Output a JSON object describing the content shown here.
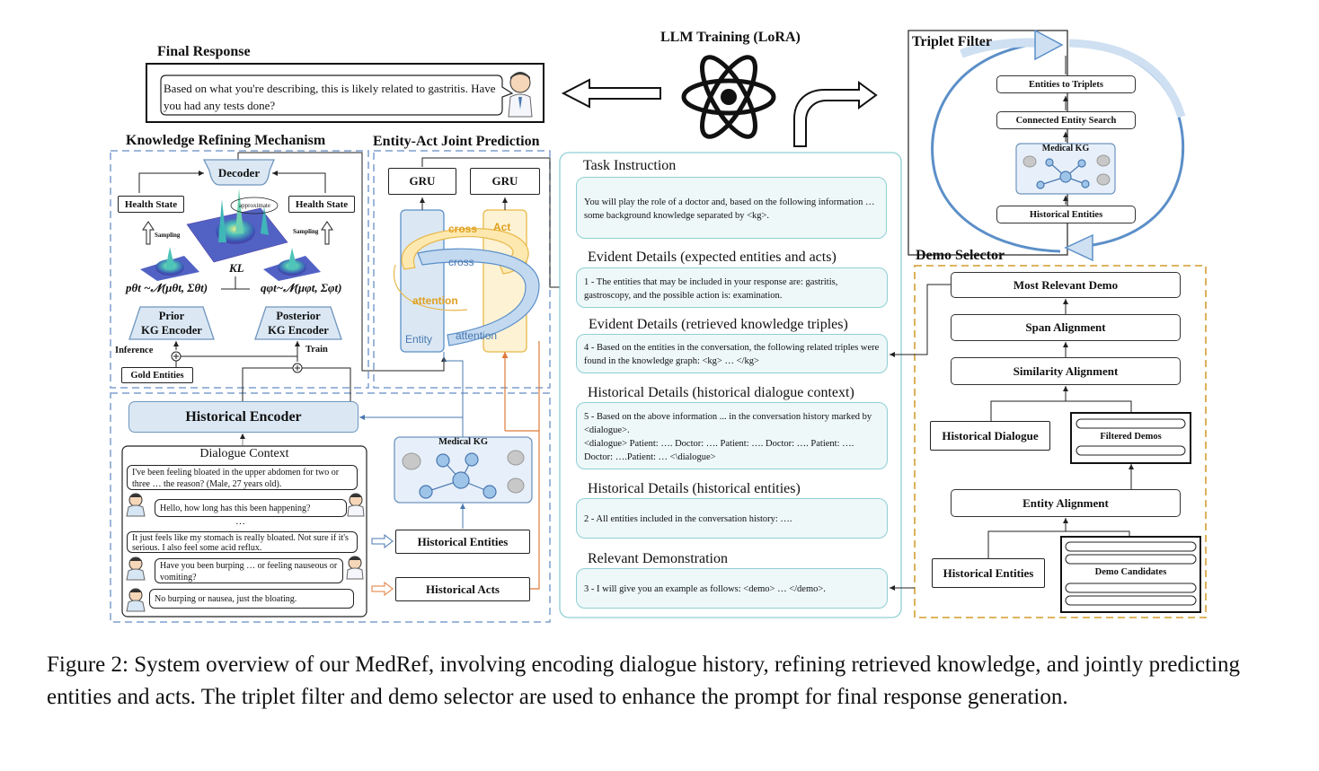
{
  "final_response": {
    "title": "Final Response",
    "text": "Based on what you're describing, this is likely related to gastritis. Have you had any tests done?"
  },
  "llm_training": {
    "title": "LLM Training (LoRA)"
  },
  "triplet_filter": {
    "title": "Triplet Filter",
    "entities_to_triplets": "Entities to Triplets",
    "connected_entity_search": "Connected Entity Search",
    "medical_kg": "Medical KG",
    "historical_entities": "Historical Entities"
  },
  "knowledge_refining": {
    "title": "Knowledge Refining Mechanism",
    "decoder": "Decoder",
    "health_state_left": "Health State",
    "health_state_right": "Health State",
    "approximate": "approximate",
    "sampling_left": "Sampling",
    "sampling_right": "Sampling",
    "kl": "KL",
    "prior_formula": "pθt ~𝒩(μθt, Σθt)",
    "posterior_formula": "qφt~𝒩(μφt, Σφt)",
    "prior_encoder_1": "Prior",
    "prior_encoder_2": "KG Encoder",
    "posterior_encoder_1": "Posterior",
    "posterior_encoder_2": "KG Encoder",
    "inference": "Inference",
    "train": "Train",
    "gold_entities": "Gold Entities"
  },
  "entity_act": {
    "title": "Entity-Act Joint Prediction",
    "gru_left": "GRU",
    "gru_right": "GRU",
    "entity": "Entity",
    "act": "Act",
    "cross_top": "cross",
    "cross_mid": "cross",
    "attention_left": "attention",
    "attention_right": "attention"
  },
  "historical_encoder": {
    "title": "Historical Encoder",
    "dialogue_context": "Dialogue Context",
    "utterances": [
      "I've been feeling bloated in the upper abdomen for two or three …  the reason? (Male, 27 years old).",
      "Hello, how long has this been happening?",
      "…",
      "It just feels like my stomach is really bloated. Not sure if it's serious. I also feel some acid reflux.",
      "Have you been burping … or feeling nauseous or vomiting?",
      "No burping or nausea, just the bloating."
    ],
    "medical_kg": "Medical KG",
    "historical_entities": "Historical Entities",
    "historical_acts": "Historical Acts"
  },
  "prompt": {
    "sections": [
      {
        "heading": "Task Instruction",
        "body": "You will play the role of a doctor and, based on the following information … some background knowledge separated by <kg>."
      },
      {
        "heading": "Evident Details (expected entities and acts)",
        "body": "1 - The entities that may be included in your response are: gastritis, gastroscopy, and the possible action is: examination."
      },
      {
        "heading": "Evident Details (retrieved knowledge triples)",
        "body": "4 - Based on the entities in the conversation, the following related triples were found in the knowledge graph: <kg> … </kg>"
      },
      {
        "heading": "Historical Details (historical dialogue context)",
        "body": "5 - Based on the above information ...  in the conversation history marked by <dialogue>.\n<dialogue> Patient: …. Doctor: …. Patient: …. Doctor: …. Patient: …. Doctor: ….Patient: … <\\dialogue>"
      },
      {
        "heading": "Historical Details (historical entities)",
        "body": "2 - All entities included in the conversation history: …."
      },
      {
        "heading": "Relevant Demonstration",
        "body": "3 - I will give you an example as follows: <demo> …  </demo>."
      }
    ]
  },
  "demo_selector": {
    "title": "Demo Selector",
    "most_relevant_demo": "Most Relevant Demo",
    "span_alignment": "Span Alignment",
    "similarity_alignment": "Similarity Alignment",
    "historical_dialogue": "Historical Dialogue",
    "filtered_demos": "Filtered Demos",
    "entity_alignment": "Entity Alignment",
    "historical_entities": "Historical Entities",
    "demo_candidates": "Demo Candidates"
  },
  "caption": "Figure 2: System overview of our MedRef, involving encoding dialogue history, refining retrieved knowledge, and jointly predicting entities and acts. The triplet filter and demo selector are used to enhance the prompt for final response generation.",
  "colors": {
    "blue_dashed": "#7f9fcf",
    "gold_dashed": "#d9a94a",
    "teal_panel": "#8fcfd3",
    "entity_blue": "#5b8fc8",
    "act_gold": "#e8b84a",
    "acts_orange": "#e07a3a"
  }
}
